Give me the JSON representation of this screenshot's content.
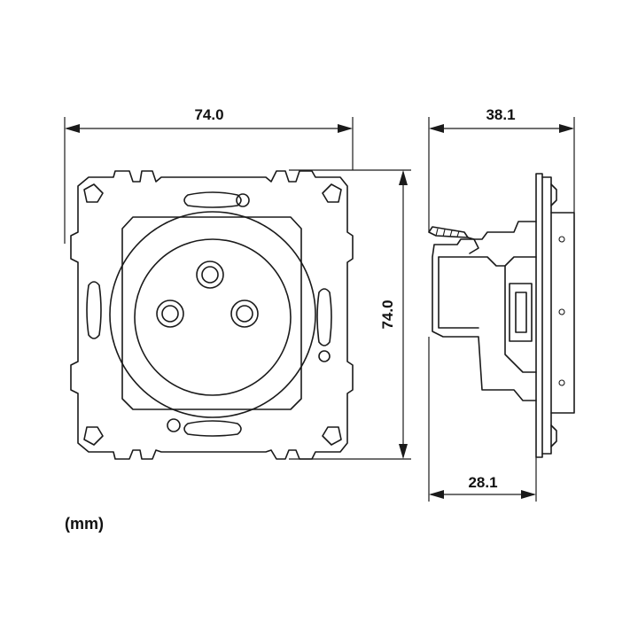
{
  "dimensions": {
    "front_width": "74.0",
    "front_height": "74.0",
    "side_depth": "38.1",
    "side_base_depth": "28.1"
  },
  "units_label": "(mm)"
}
